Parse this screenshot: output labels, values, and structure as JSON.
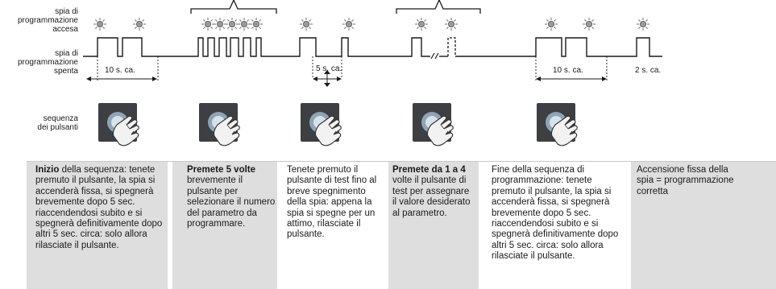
{
  "labels": {
    "on_line1": "spia di",
    "on_line2": "programmazione",
    "on_line3": "accesa",
    "off_line1": "spia di",
    "off_line2": "programmazione",
    "off_line3": "spenta",
    "seq_line1": "sequenza",
    "seq_line2": "dei pulsanti"
  },
  "durations": {
    "d1": "10 s. ca.",
    "d2": "5 s. ca.",
    "d3": "10 s. ca.",
    "d4": "2 s. ca."
  },
  "steps": [
    {
      "bold": "Inizio",
      "text": " della sequenza: tenete premuto il pulsante, la spia si accenderà fissa, si spegnerà brevemente dopo 5 sec. riaccendendosi subito e si spegnerà definitivamente dopo altri 5 sec. circa: solo allora rilasciate il pulsante."
    },
    {
      "bold": "Premete 5 volte",
      "text": " brevemente il pulsante per selezionare il numero del parametro da programmare."
    },
    {
      "bold": "",
      "text": "Tenete premuto il pulsante di test fino al breve spegnimento della spia: appena la spia si spegne per un attimo, rilasciate il pulsante."
    },
    {
      "bold": "Premete da 1 a 4",
      "text": " volte il pulsante di test per assegnare il valore desiderato al parametro."
    },
    {
      "bold": "",
      "text": "Fine della sequenza di programmazione: tenete premuto il pulsante, la spia si accenderà fissa, si spegnerà brevemente dopo 5 sec. riaccendendosi subito e si spegnerà definitivamente dopo altri 5 sec. circa: solo allora rilasciate il pulsante."
    },
    {
      "bold": "",
      "text": "Accensione fissa della spia = programmazione corretta"
    }
  ],
  "icons": {
    "lamp": "lamp-icon",
    "hand": "hand-press-icon"
  },
  "colors": {
    "panel": "#dedede",
    "line": "#1a1a1a"
  }
}
